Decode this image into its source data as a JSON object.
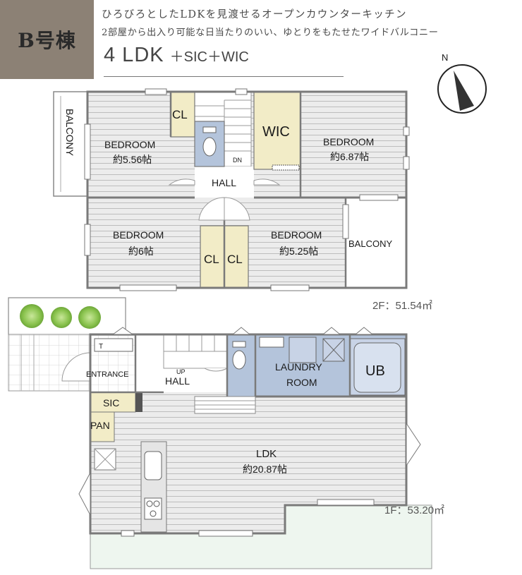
{
  "building_badge": "B号棟",
  "headline_1": "ひろびろとしたLDKを見渡せるオープンカウンターキッチン",
  "headline_2": "2部屋から出入り可能な日当たりのいい、ゆとりをもたせたワイドバルコニー",
  "layout_main": "4 LDK",
  "layout_sub": "＋SIC＋WIC",
  "compass_label": "N",
  "floor2": {
    "area": "2F：51.54㎡",
    "balcony_left": "BALCONY",
    "balcony_right": "BALCONY",
    "bedroom_tl": {
      "name": "BEDROOM",
      "size": "約5.56帖"
    },
    "bedroom_tr": {
      "name": "BEDROOM",
      "size": "約6.87帖"
    },
    "bedroom_bl": {
      "name": "BEDROOM",
      "size": "約6帖"
    },
    "bedroom_br": {
      "name": "BEDROOM",
      "size": "約5.25帖"
    },
    "cl_top": "CL",
    "cl_left": "CL",
    "cl_right": "CL",
    "wic": "WIC",
    "hall": "HALL",
    "stair_dn": "DN"
  },
  "floor1": {
    "area": "1F：53.20㎡",
    "entrance": "ENTRANCE",
    "shoe_cabinet": "T",
    "hall": "HALL",
    "stair_up": "UP",
    "laundry_1": "LAUNDRY",
    "laundry_2": "ROOM",
    "ub": "UB",
    "sic": "SIC",
    "pan": "PAN",
    "ldk_name": "LDK",
    "ldk_size": "約20.87帖"
  },
  "colors": {
    "badge": "#8c8175",
    "floor_stripe": "#bdbdbd",
    "closet": "#f2ecc7",
    "wet_area": "#b4c4db",
    "garden": "#eef6ef",
    "wall": "#808080"
  }
}
